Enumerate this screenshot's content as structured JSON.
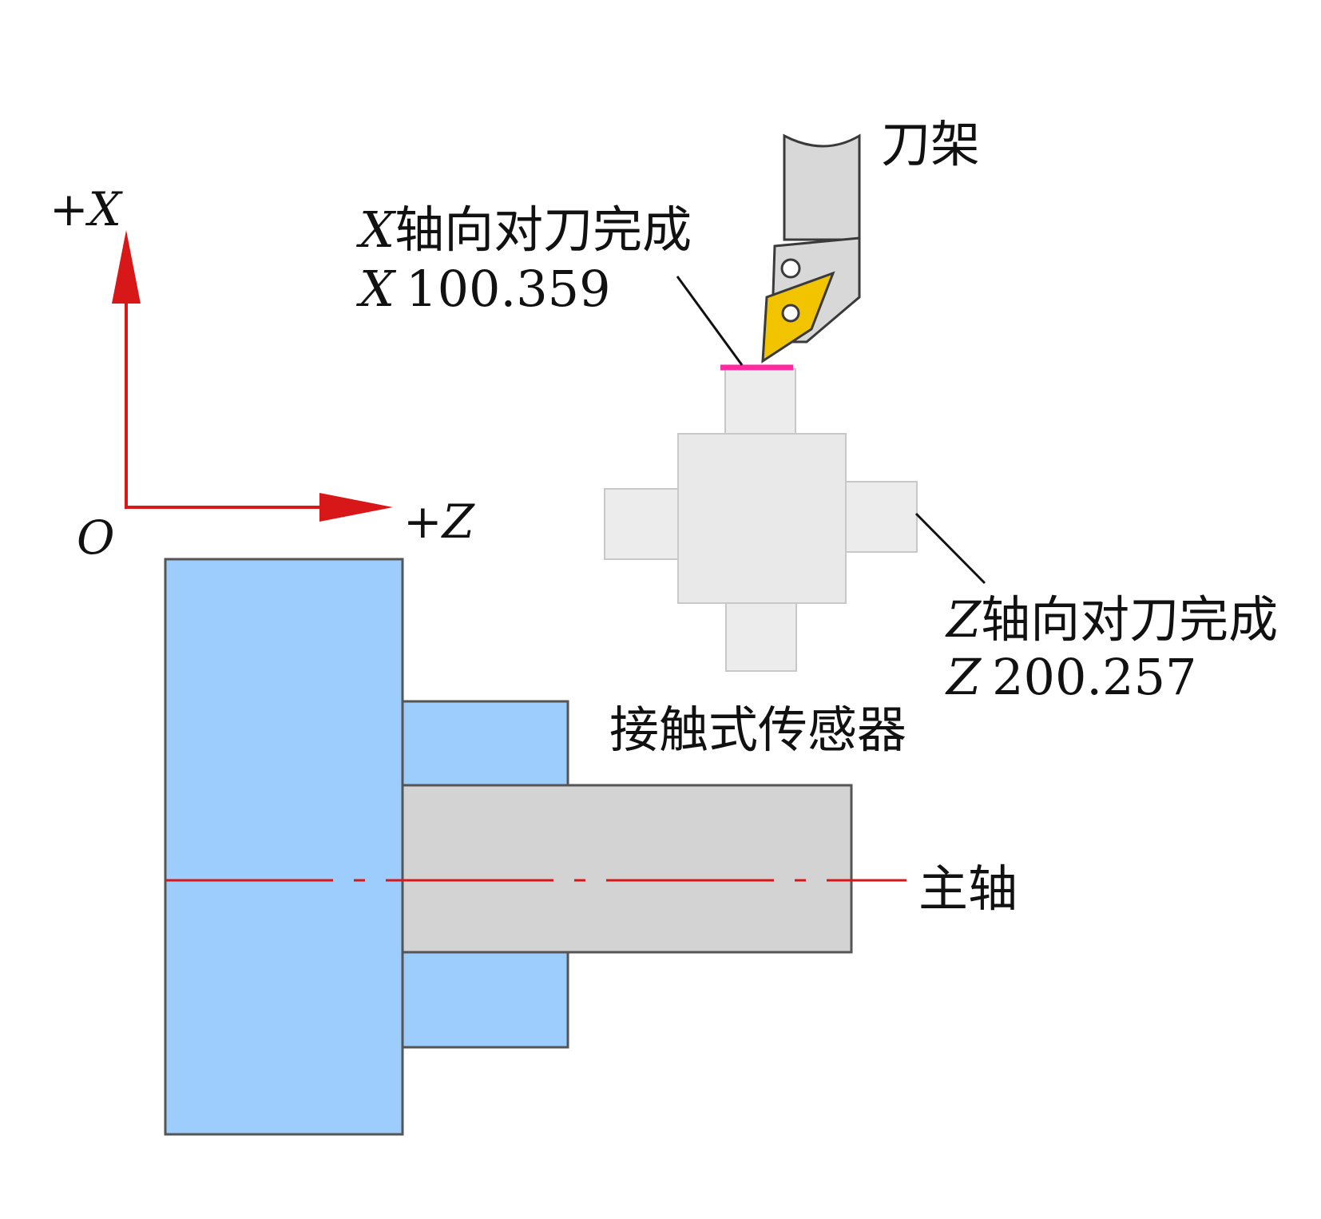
{
  "axes": {
    "x_axis_label": "+X",
    "z_axis_label": "+Z",
    "origin_label": "O"
  },
  "labels": {
    "tool_holder": "刀架",
    "x_axis_letter": "X",
    "x_touch_text": "轴向对刀完成",
    "x_value_letter": "X",
    "x_value": "100.359",
    "z_axis_letter": "Z",
    "z_touch_text": "轴向对刀完成",
    "z_value_letter": "Z",
    "z_value": "200.257",
    "sensor": "接触式传感器",
    "spindle": "主轴"
  },
  "colors": {
    "axis_red": "#d81818",
    "chuck_blue": "#9dcdfc",
    "shaft_gray": "#d3d3d3",
    "sensor_gray": "#ececec",
    "insert_yellow": "#f2c400",
    "contact_magenta": "#ff2aa0",
    "centerline_red": "#d81818"
  }
}
